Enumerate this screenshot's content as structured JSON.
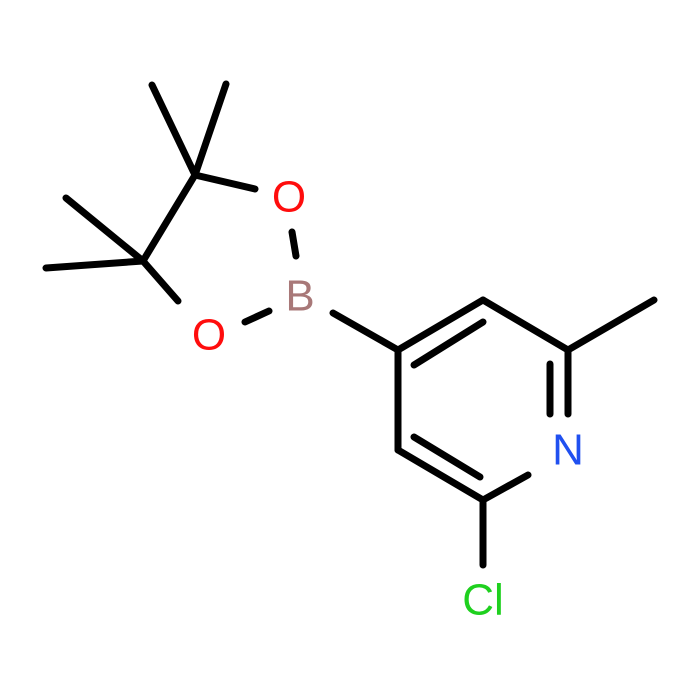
{
  "molecule": {
    "atoms": {
      "O1": {
        "symbol": "O",
        "color": "#ff0d0d"
      },
      "O2": {
        "symbol": "O",
        "color": "#ff0d0d"
      },
      "B": {
        "symbol": "B",
        "color": "#a87878"
      },
      "N": {
        "symbol": "N",
        "color": "#2050f0"
      },
      "Cl": {
        "symbol": "Cl",
        "color": "#1fd01f"
      }
    }
  }
}
